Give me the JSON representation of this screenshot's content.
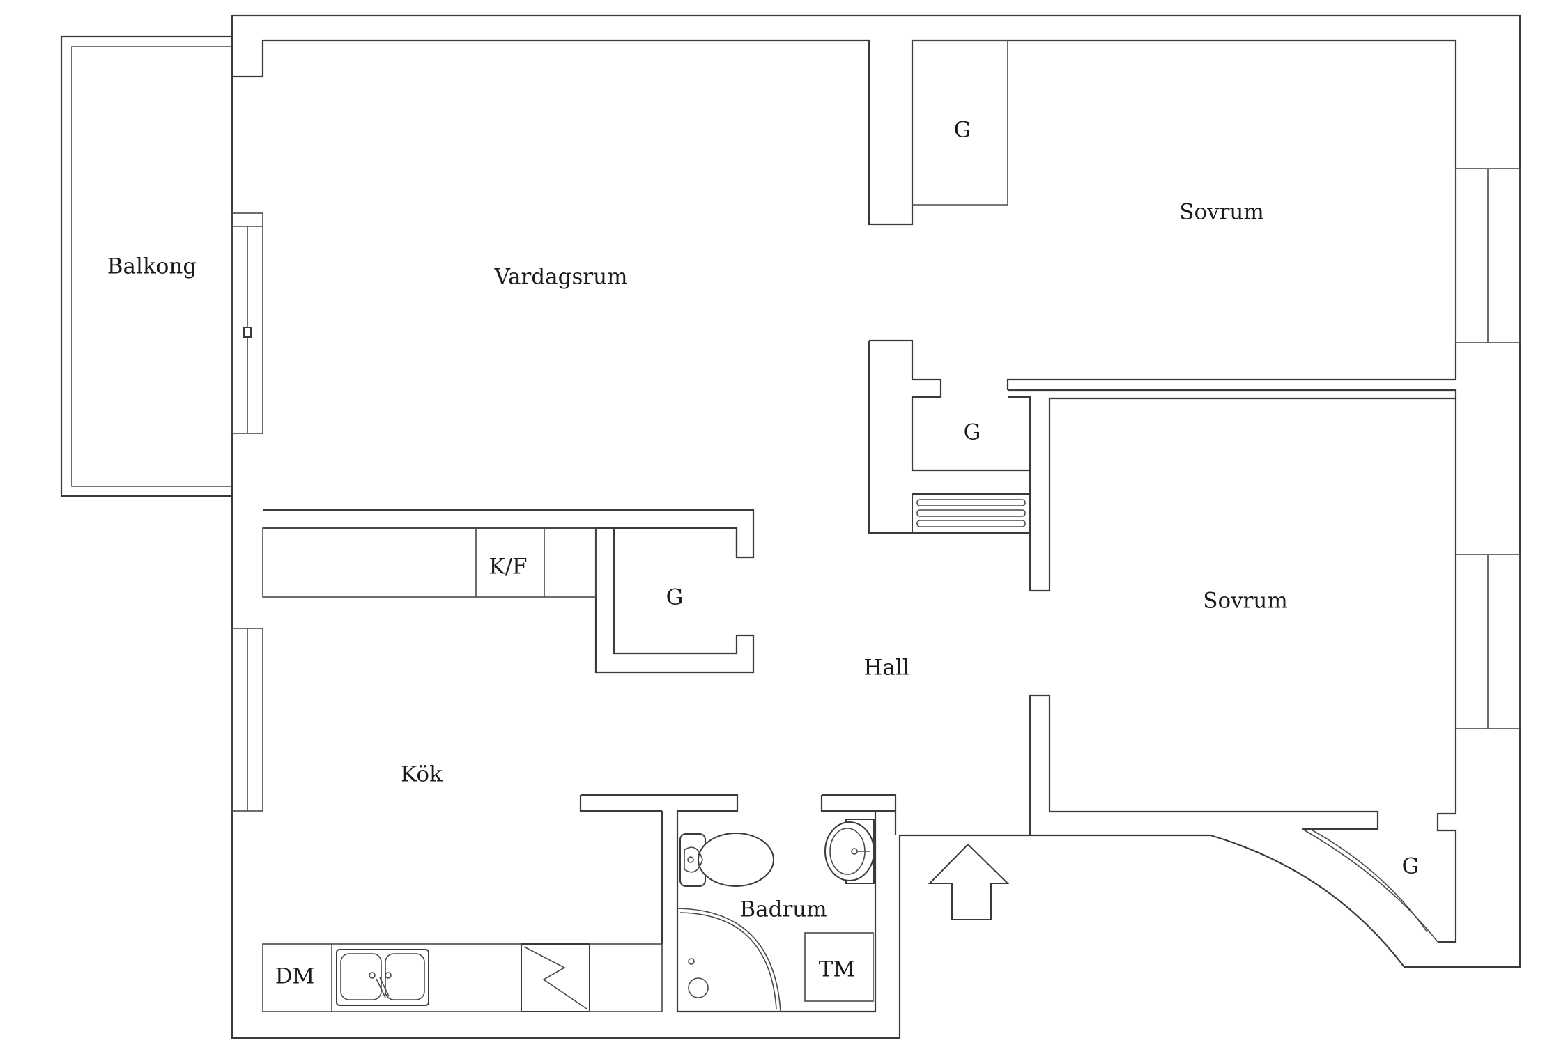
{
  "rooms": {
    "balkong": "Balkong",
    "vardagsrum": "Vardagsrum",
    "sovrum_1": "Sovrum",
    "sovrum_2": "Sovrum",
    "hall": "Hall",
    "kok": "Kök",
    "badrum": "Badrum"
  },
  "fixtures": {
    "closet_1": "G",
    "closet_2": "G",
    "closet_3": "G",
    "closet_4": "G",
    "fridge_freezer": "K/F",
    "dishwasher": "DM",
    "washing_machine": "TM"
  },
  "icons": {
    "entrance": "entrance-arrow-icon",
    "sink": "kitchen-sink-icon",
    "toilet": "toilet-icon",
    "washbasin": "washbasin-icon",
    "shower": "shower-icon",
    "stove": "stove-icon",
    "radiator": "radiator-icon"
  }
}
